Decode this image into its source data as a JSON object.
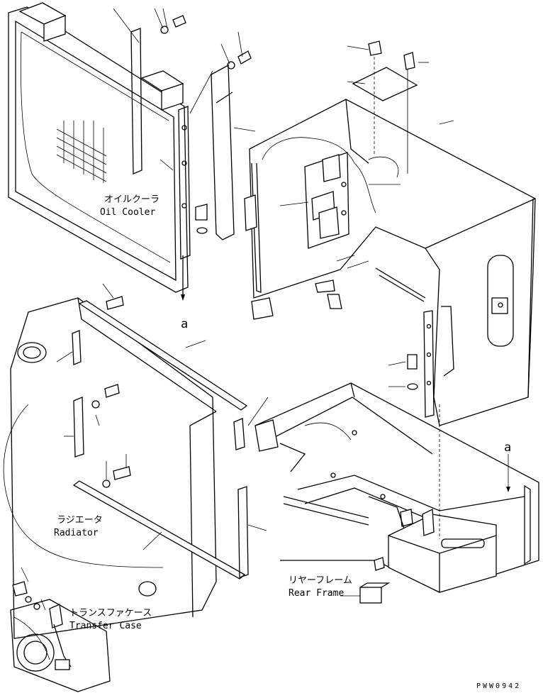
{
  "labels": {
    "oil_cooler_jp": "オイルクーラ",
    "oil_cooler_en": "Oil Cooler",
    "radiator_jp": "ラジエータ",
    "radiator_en": "Radiator",
    "rear_frame_jp": "リヤーフレーム",
    "rear_frame_en": "Rear Frame",
    "transfer_case_jp": "トランスファケース",
    "transfer_case_en": "Transfer Case",
    "marker_a_upper": "a",
    "marker_a_lower": "a",
    "drawing_code": "PWW0942"
  }
}
